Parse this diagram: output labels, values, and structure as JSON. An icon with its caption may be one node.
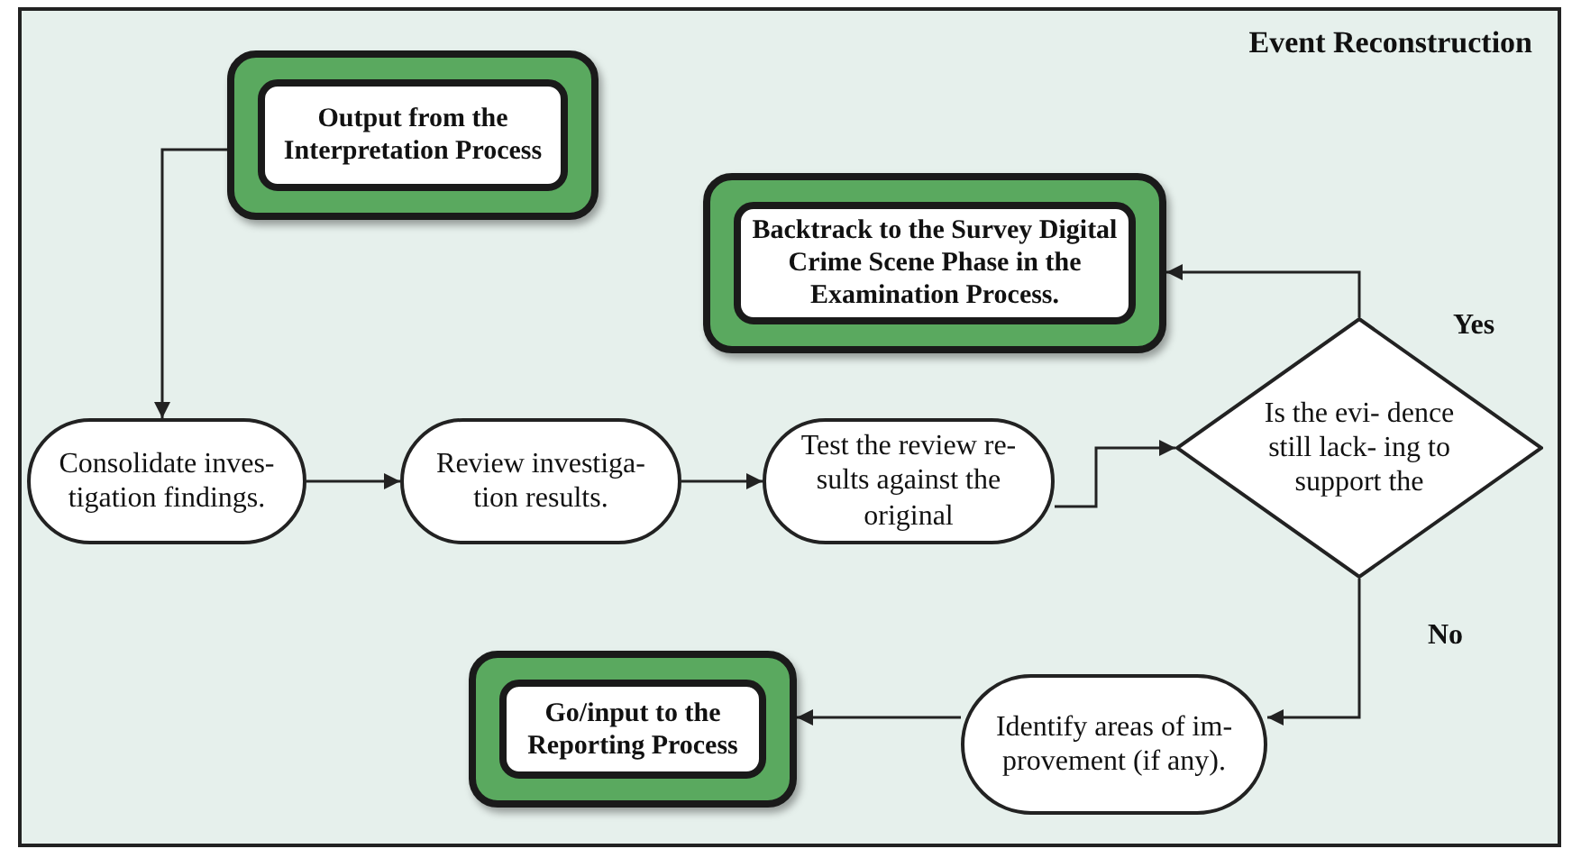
{
  "diagram": {
    "title": "Event Reconstruction",
    "nodes": [
      {
        "text": [
          "Output from the Interpretation Process"
        ]
      },
      {
        "text": [
          "Backtrack to the Survey Digital Crime Scene Phase in the Examination Process."
        ]
      },
      {
        "text": [
          "Consolidate inves- tigation findings."
        ]
      },
      {
        "text": [
          "Review investiga- tion results."
        ]
      },
      {
        "text": [
          "Test the review re- sults against the original"
        ]
      },
      {
        "text": [
          "Is the evi- dence still lack- ing to support the"
        ]
      },
      {
        "text": [
          "Identify areas of im- provement (if any)."
        ]
      },
      {
        "text": [
          "Go/input to the Reporting Process"
        ]
      }
    ],
    "edges": [
      {
        "from": 0,
        "to": 2,
        "arrow": "to"
      },
      {
        "from": 2,
        "to": 3,
        "arrow": "to"
      },
      {
        "from": 3,
        "to": 4,
        "arrow": "to"
      },
      {
        "from": 4,
        "to": 5,
        "arrow": "to"
      },
      {
        "from": 5,
        "to": 1,
        "arrow": "to",
        "label": "Yes"
      },
      {
        "from": 5,
        "to": 6,
        "arrow": "to",
        "label": "No"
      },
      {
        "from": 6,
        "to": 7,
        "arrow": "to"
      }
    ]
  }
}
